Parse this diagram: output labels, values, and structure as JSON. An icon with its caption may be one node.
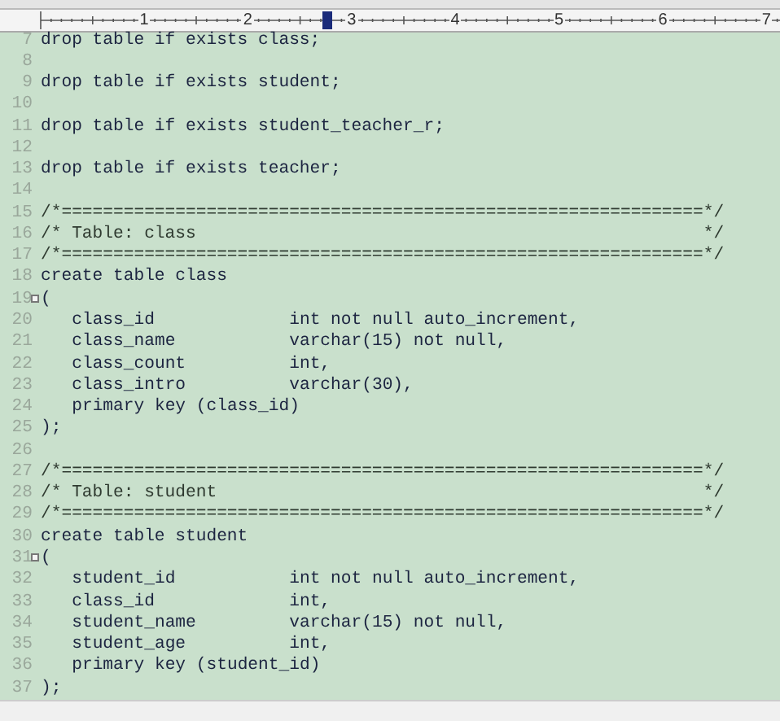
{
  "diagram": {
    "labels": [
      "1",
      "2",
      "3",
      "4",
      "5",
      "6",
      "7",
      "7",
      "drop table if exists class;",
      "8",
      "9",
      "drop table if exists student;",
      "10",
      "11",
      "drop table if exists student_teacher_r;",
      "12",
      "13",
      "drop table if exists teacher;",
      "14",
      "15",
      "/*==============================================================*/",
      "16",
      "/* Table: class                                                 */",
      "17",
      "/*==============================================================*/",
      "18",
      "create table class",
      "19",
      "(",
      "20",
      "class_id             int not null auto_increment,",
      "21",
      "class_name           varchar(15) not null,",
      "22",
      "class_count          int,",
      "23",
      "class_intro          varchar(30),",
      "24",
      "primary key (class_id)",
      "25",
      ");",
      "26",
      "27",
      "/*==============================================================*/",
      "28",
      "/* Table: student                                               */",
      "29",
      "/*==============================================================*/",
      "30",
      "create table student",
      "31",
      "(",
      "32",
      "student_id           int not null auto_increment,",
      "33",
      "class_id             int,",
      "34",
      "student_name         varchar(15) not null,",
      "35",
      "student_age          int,",
      "36",
      "primary key (student_id)",
      "37",
      ");"
    ]
  }
}
